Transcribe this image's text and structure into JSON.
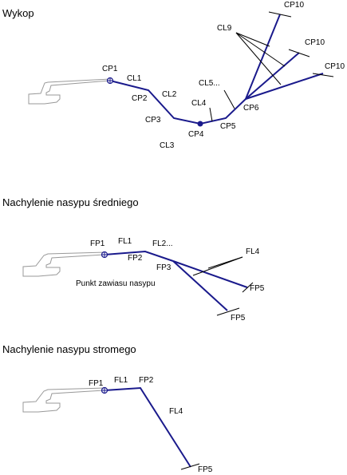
{
  "sections": {
    "cut": {
      "title": "Wykop",
      "labels": {
        "cp1": "CP1",
        "cp2": "CP2",
        "cp3": "CP3",
        "cp4": "CP4",
        "cp5": "CP5",
        "cp6": "CP6",
        "cp10_a": "CP10",
        "cp10_b": "CP10",
        "cp10_c": "CP10",
        "cl1": "CL1",
        "cl2": "CL2",
        "cl3": "CL3",
        "cl4": "CL4",
        "cl5": "CL5...",
        "cl9": "CL9"
      }
    },
    "medium_fill": {
      "title": "Nachylenie nasypu średniego",
      "labels": {
        "fp1": "FP1",
        "fl1": "FL1",
        "fl2": "FL2...",
        "fp2": "FP2",
        "fp3": "FP3",
        "fl4": "FL4",
        "fp5_a": "FP5",
        "fp5_b": "FP5",
        "hinge": "Punkt zawiasu nasypu"
      }
    },
    "steep_fill": {
      "title": "Nachylenie nasypu stromego",
      "labels": {
        "fp1": "FP1",
        "fl1": "FL1",
        "fp2": "FP2",
        "fl4": "FL4",
        "fp5": "FP5"
      }
    }
  },
  "colors": {
    "line": "#1a1a8c",
    "road_outline": "#999999",
    "text": "#000000"
  }
}
